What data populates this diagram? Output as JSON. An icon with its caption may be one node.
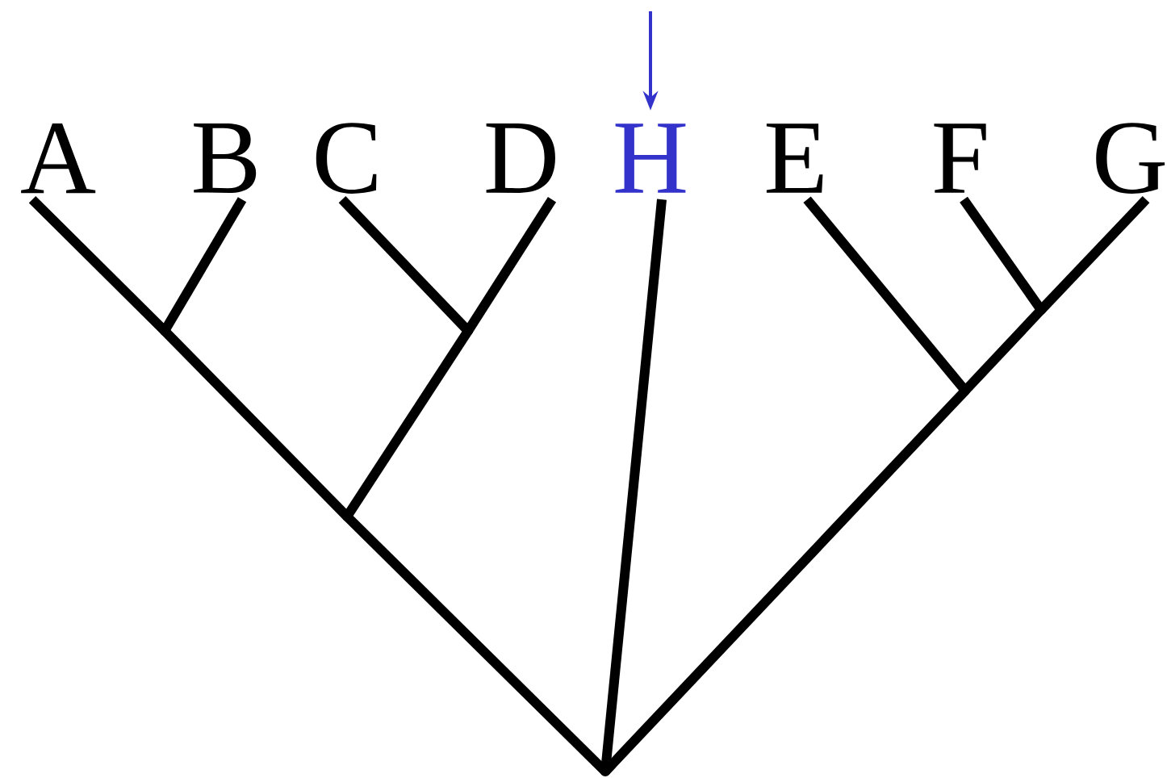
{
  "diagram": {
    "nodes": [
      {
        "text": [
          "A"
        ]
      },
      {
        "text": [
          "B"
        ]
      },
      {
        "text": [
          "C"
        ]
      },
      {
        "text": [
          "D"
        ]
      },
      {
        "text": [
          "H"
        ]
      },
      {
        "text": [
          "E"
        ]
      },
      {
        "text": [
          "F"
        ]
      },
      {
        "text": [
          "G"
        ]
      },
      {
        "text": [],
        "shape": "point"
      },
      {
        "text": [],
        "shape": "point"
      },
      {
        "text": [],
        "shape": "point"
      },
      {
        "text": [],
        "shape": "point"
      },
      {
        "text": [],
        "shape": "point"
      },
      {
        "text": [],
        "shape": "point"
      }
    ],
    "edges": [
      {
        "from": 0,
        "to": 8,
        "arrow": "none"
      },
      {
        "from": 1,
        "to": 8,
        "arrow": "none"
      },
      {
        "from": 8,
        "to": 10,
        "arrow": "none"
      },
      {
        "from": 2,
        "to": 9,
        "arrow": "none"
      },
      {
        "from": 3,
        "to": 9,
        "arrow": "none"
      },
      {
        "from": 9,
        "to": 10,
        "arrow": "none"
      },
      {
        "from": 10,
        "to": 13,
        "arrow": "none"
      },
      {
        "from": 4,
        "to": 13,
        "arrow": "none"
      },
      {
        "from": 5,
        "to": 12,
        "arrow": "none"
      },
      {
        "from": 6,
        "to": 11,
        "arrow": "none"
      },
      {
        "from": 7,
        "to": 11,
        "arrow": "none"
      },
      {
        "from": 11,
        "to": 12,
        "arrow": "none"
      },
      {
        "from": 12,
        "to": 13,
        "arrow": "none"
      },
      {
        "from": null,
        "to": 4,
        "arrow": "to",
        "color": "#3333cc"
      }
    ]
  }
}
